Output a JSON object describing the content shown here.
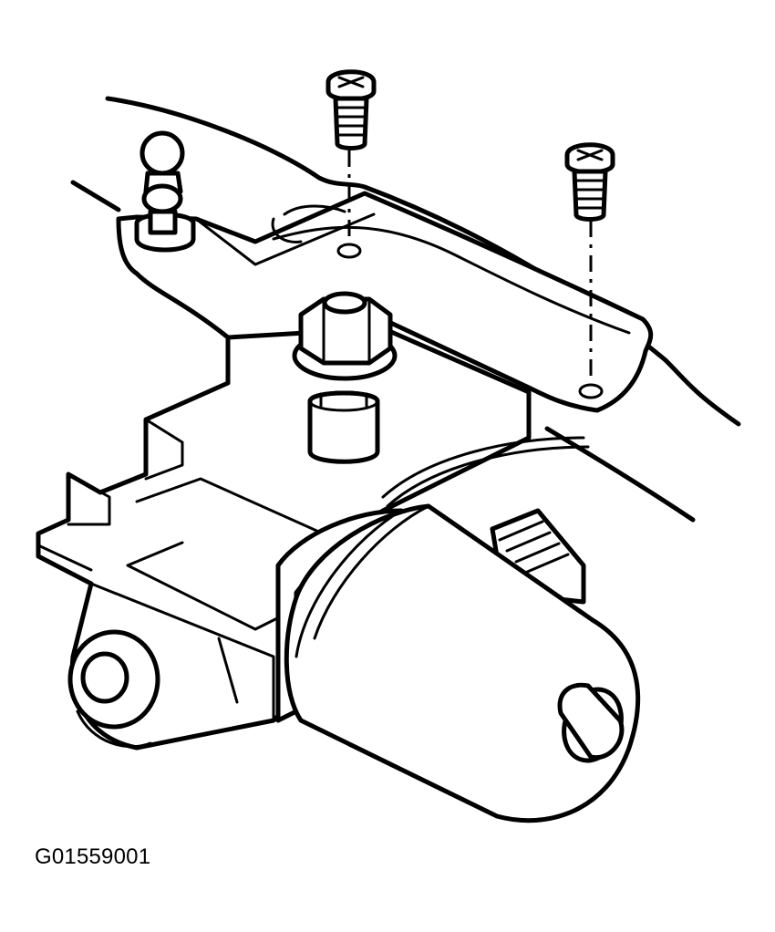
{
  "figure": {
    "code": "G01559001",
    "parts": [
      "panel-bracket",
      "ball-stud",
      "mounting-screw-left",
      "mounting-screw-right",
      "nut-and-washer",
      "stud-spacer",
      "wiper-motor",
      "gearbox-housing"
    ]
  }
}
